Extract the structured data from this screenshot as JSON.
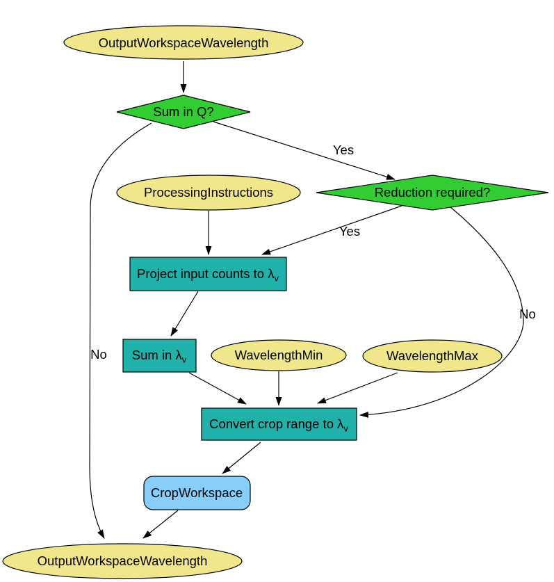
{
  "diagram": {
    "colors": {
      "parameter_fill": "#f0e68c",
      "decision_fill": "#32cd32",
      "process_fill": "#20b2aa",
      "algorithm_fill": "#87cefa",
      "border": "#000000",
      "background": "#ffffff"
    },
    "nodes": {
      "output_workspace_top": {
        "label": "OutputWorkspaceWavelength"
      },
      "sum_in_q": {
        "label": "Sum in Q?"
      },
      "processing_instructions": {
        "label": "ProcessingInstructions"
      },
      "reduction_required": {
        "label": "Reduction required?"
      },
      "project_input_counts": {
        "label": "Project input counts to λ",
        "sub": "v"
      },
      "sum_in_lambda": {
        "label": "Sum in λ",
        "sub": "v"
      },
      "wavelength_min": {
        "label": "WavelengthMin"
      },
      "wavelength_max": {
        "label": "WavelengthMax"
      },
      "convert_crop_range": {
        "label": "Convert crop range to λ",
        "sub": "v"
      },
      "crop_workspace": {
        "label": "CropWorkspace"
      },
      "output_workspace_bottom": {
        "label": "OutputWorkspaceWavelength"
      }
    },
    "edge_labels": {
      "sum_q_yes": "Yes",
      "reduction_yes": "Yes",
      "sum_q_no": "No",
      "reduction_no": "No"
    }
  }
}
